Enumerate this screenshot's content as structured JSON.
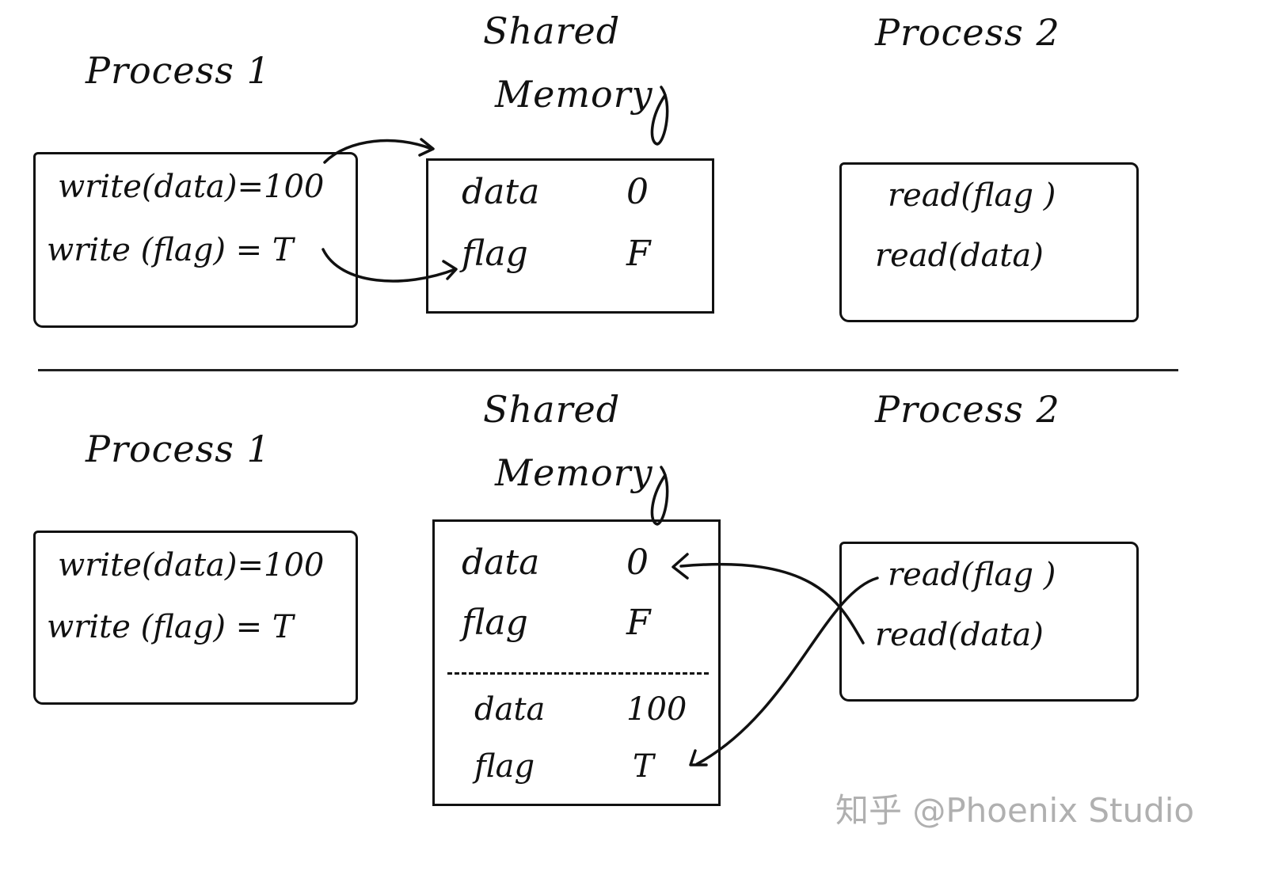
{
  "top_panel": {
    "process1_title": "Process 1",
    "shared_title_line1": "Shared",
    "shared_title_line2": "Memory",
    "process2_title": "Process 2",
    "process1_ops": [
      "write(data)=100",
      "write (flag) = T"
    ],
    "memory_rows": [
      {
        "name": "data",
        "value": "0"
      },
      {
        "name": "flag",
        "value": "F"
      }
    ],
    "process2_ops": [
      "read(flag )",
      "read(data)"
    ]
  },
  "bottom_panel": {
    "process1_title": "Process 1",
    "shared_title_line1": "Shared",
    "shared_title_line2": "Memory",
    "process2_title": "Process 2",
    "process1_ops": [
      "write(data)=100",
      "write (flag) = T"
    ],
    "memory_rows_old": [
      {
        "name": "data",
        "value": "0"
      },
      {
        "name": "flag",
        "value": "F"
      }
    ],
    "memory_rows_new": [
      {
        "name": "data",
        "value": "100"
      },
      {
        "name": "flag",
        "value": "T"
      }
    ],
    "process2_ops": [
      "read(flag )",
      "read(data)"
    ]
  },
  "watermark": "知乎 @Phoenix Studio",
  "colors": {
    "ink": "#111111",
    "background": "#ffffff",
    "watermark": "#b0b0b0"
  }
}
